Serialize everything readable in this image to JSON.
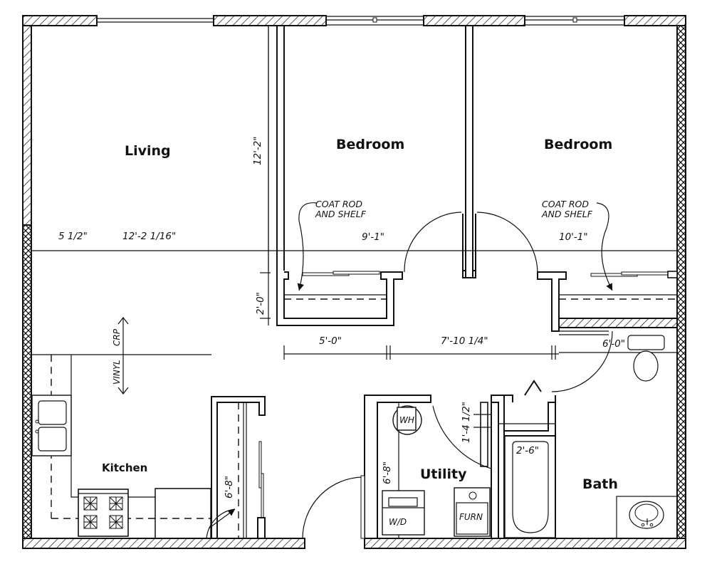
{
  "plan": {
    "rooms": {
      "living": "Living",
      "bedroom_1": "Bedroom",
      "bedroom_2": "Bedroom",
      "kitchen": "Kitchen",
      "utility": "Utility",
      "bath": "Bath"
    },
    "notes": {
      "closet_1_line1": "COAT ROD",
      "closet_1_line2": "AND SHELF",
      "closet_2_line1": "COAT ROD",
      "closet_2_line2": "AND SHELF",
      "floor_vinyl": "VINYL",
      "floor_carpet": "CRP"
    },
    "dimensions": {
      "living_offset": "5 1/2\"",
      "living_width": "12'-2 1/16\"",
      "bedroom_1_width": "9'-1\"",
      "bedroom_2_width": "10'-1\"",
      "bedroom_depth": "12'-2\"",
      "closet_depth": "2'-0\"",
      "closet_width": "5'-0\"",
      "hall_width": "7'-10 1/4\"",
      "bath_width": "6'-0\"",
      "tub_width": "2'-6\"",
      "utility_depth": "6'-8\"",
      "pantry_depth": "6'-8\"",
      "utility_wall": "1'-4 1/2\""
    },
    "fixtures": {
      "water_heater": "WH",
      "washer_dryer": "W/D",
      "furnace": "FURN"
    }
  }
}
